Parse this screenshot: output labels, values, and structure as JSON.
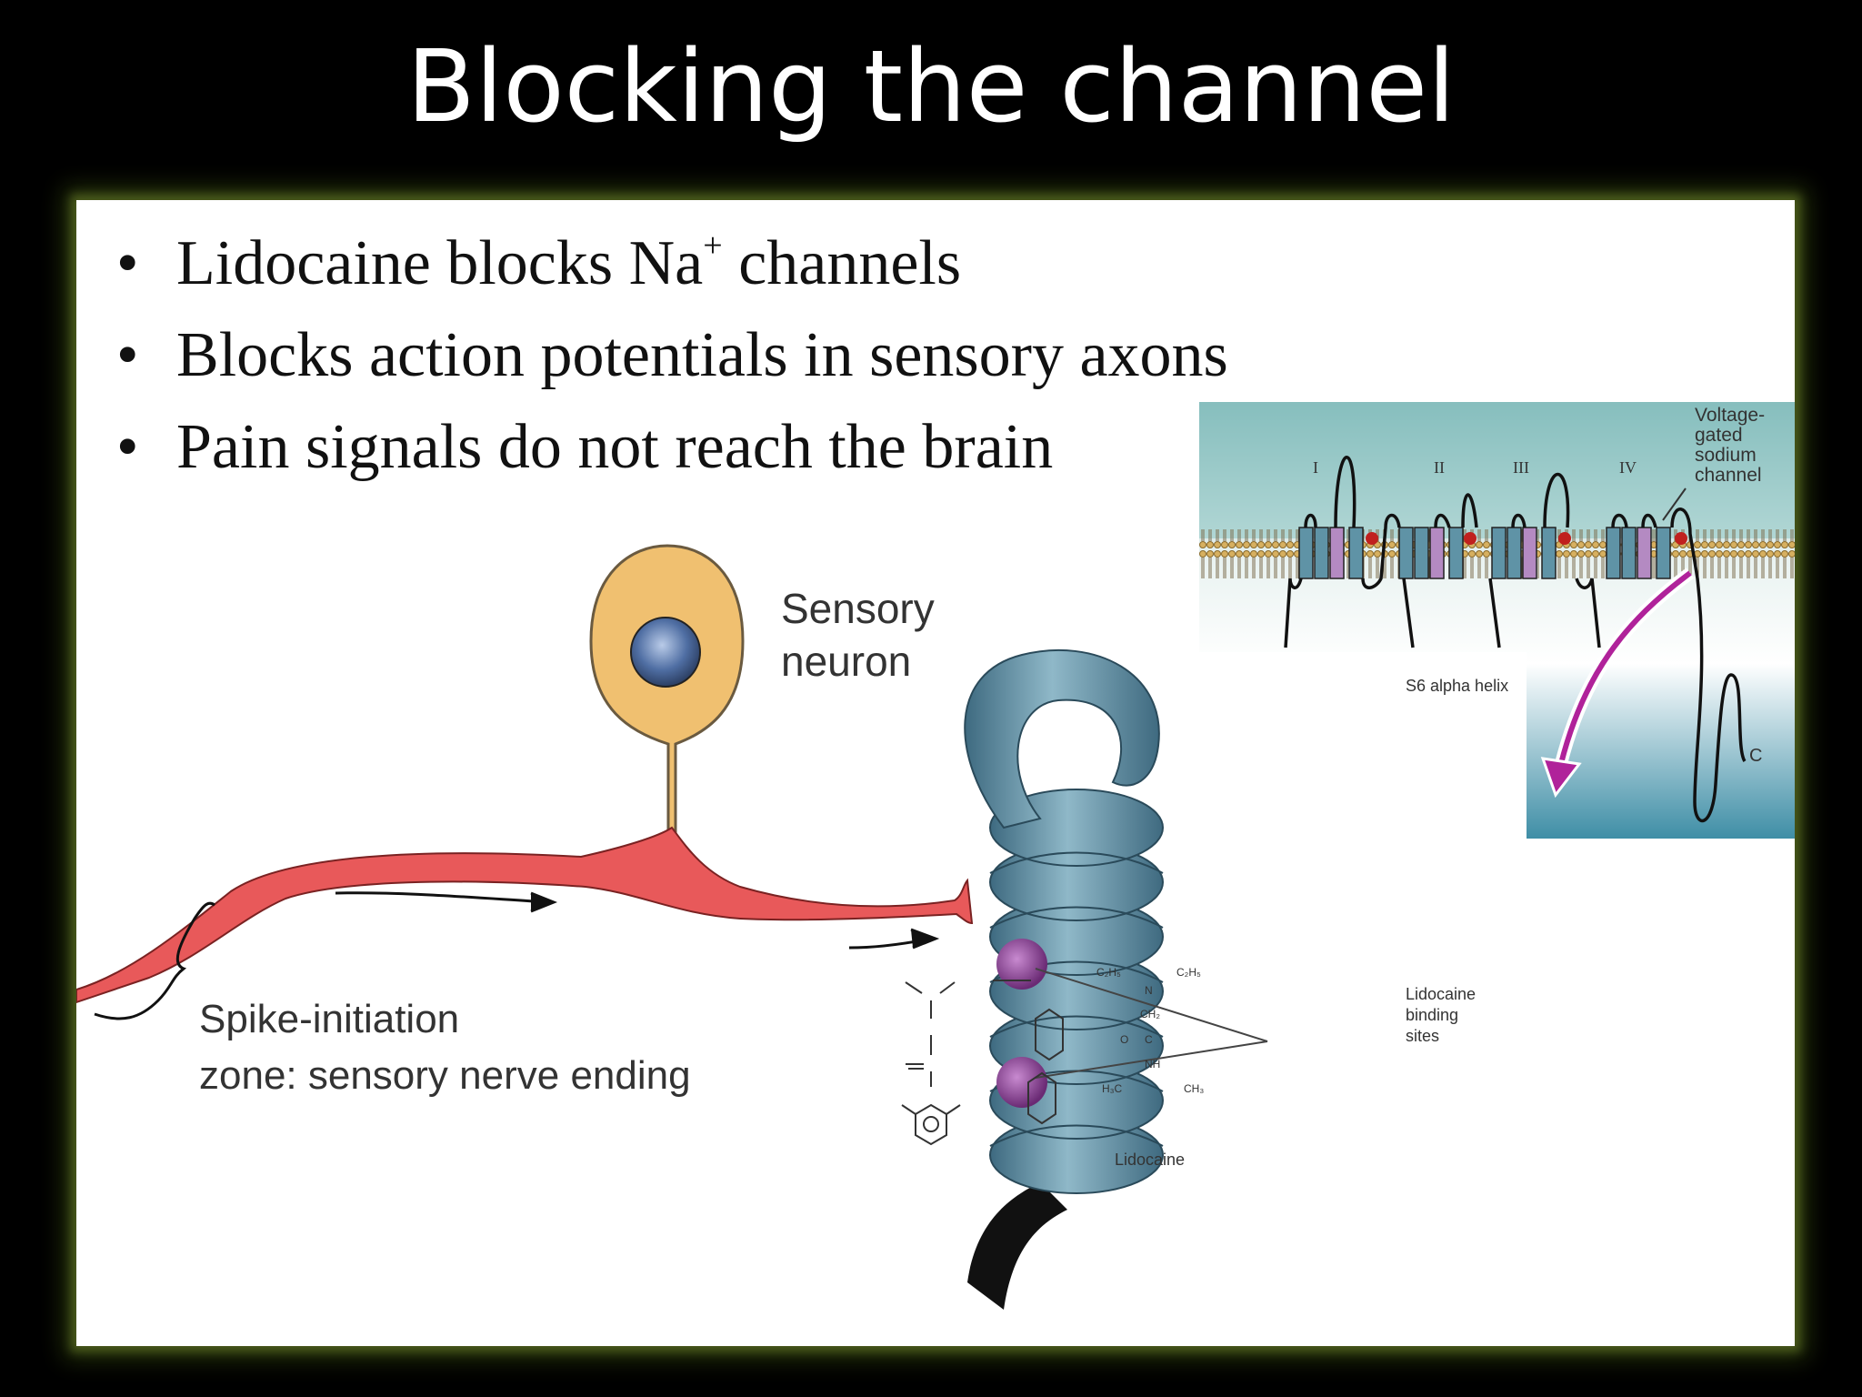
{
  "slide": {
    "title": "Blocking the channel",
    "bullets": [
      {
        "main": "Lidocaine blocks Na",
        "sup": "+",
        "tail": " channels"
      },
      {
        "main": "Blocks action potentials in sensory axons",
        "sup": "",
        "tail": ""
      },
      {
        "main": "Pain signals do not reach the brain",
        "sup": "",
        "tail": ""
      }
    ],
    "bullet_char": "•"
  },
  "neuron_figure": {
    "sensory_label_1": "Sensory",
    "sensory_label_2": "neuron",
    "zone_label_1": "Spike-initiation",
    "zone_label_2": "zone: sensory nerve ending"
  },
  "channel_figure": {
    "domains": [
      "I",
      "II",
      "III",
      "IV"
    ],
    "channel_label": [
      "Voltage-",
      "gated",
      "sodium",
      "channel"
    ],
    "c_terminus": "C",
    "helix_label": "S6 alpha helix",
    "binding_label": [
      "Lidocaine",
      "binding",
      "sites"
    ],
    "molecule_label": "Lidocaine",
    "chem": {
      "c2h5_left": "C₂H₅",
      "c2h5_right": "C₂H₅",
      "n": "N",
      "ch2": "CH₂",
      "o": "O",
      "c": "C",
      "nh": "NH",
      "h3c": "H₃C",
      "ch3": "CH₃"
    }
  },
  "colors": {
    "background": "#000000",
    "panel_glow": "#4a5a1c",
    "axon": "#e8595a",
    "soma": "#f0c070",
    "nucleus": "#4f6ea3",
    "helix": "#5f8fa5",
    "binding_site": "#8a3a90",
    "channel_bg": "#8fc2c4",
    "arrow": "#b0229a"
  }
}
